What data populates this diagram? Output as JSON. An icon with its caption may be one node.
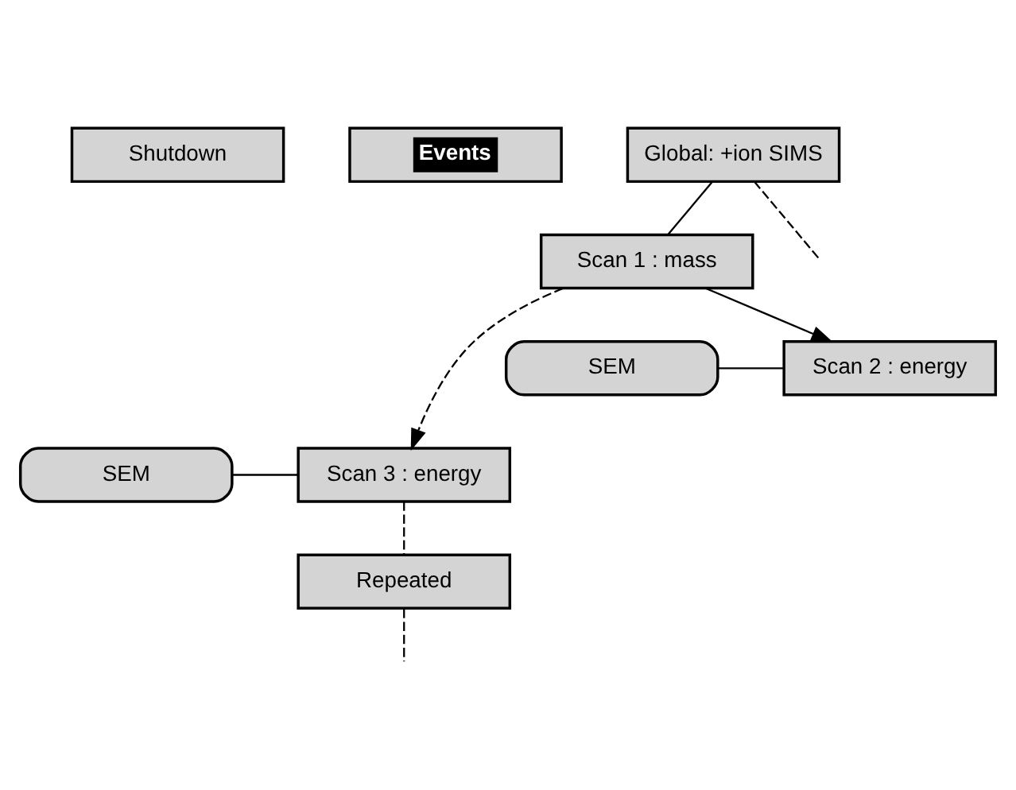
{
  "diagram": {
    "nodes": [
      {
        "text": [
          "Shutdown"
        ]
      },
      {
        "text": [
          "Events"
        ]
      },
      {
        "text": [
          "Global: +ion SIMS"
        ]
      },
      {
        "text": [
          "Scan 1 : mass"
        ]
      },
      {
        "text": [
          "SEM"
        ]
      },
      {
        "text": [
          "Scan 2 : energy"
        ]
      },
      {
        "text": [
          "SEM"
        ]
      },
      {
        "text": [
          "Scan 3 : energy"
        ]
      },
      {
        "text": [
          "Repeated"
        ]
      }
    ],
    "edges": [
      {
        "from": 2,
        "to": 3,
        "arrow": "none"
      },
      {
        "from": 3,
        "to": 5,
        "arrow": "to"
      },
      {
        "from": 4,
        "to": 5,
        "arrow": "none"
      },
      {
        "from": 3,
        "to": 7,
        "arrow": "to",
        "style": "dashed"
      },
      {
        "from": 6,
        "to": 7,
        "arrow": "none"
      },
      {
        "from": 7,
        "to": 8,
        "arrow": "none",
        "style": "dashed"
      },
      {
        "from": 8,
        "to": null,
        "arrow": "none",
        "style": "dashed"
      },
      {
        "from": 2,
        "to": null,
        "arrow": "none",
        "style": "dashed"
      }
    ]
  }
}
